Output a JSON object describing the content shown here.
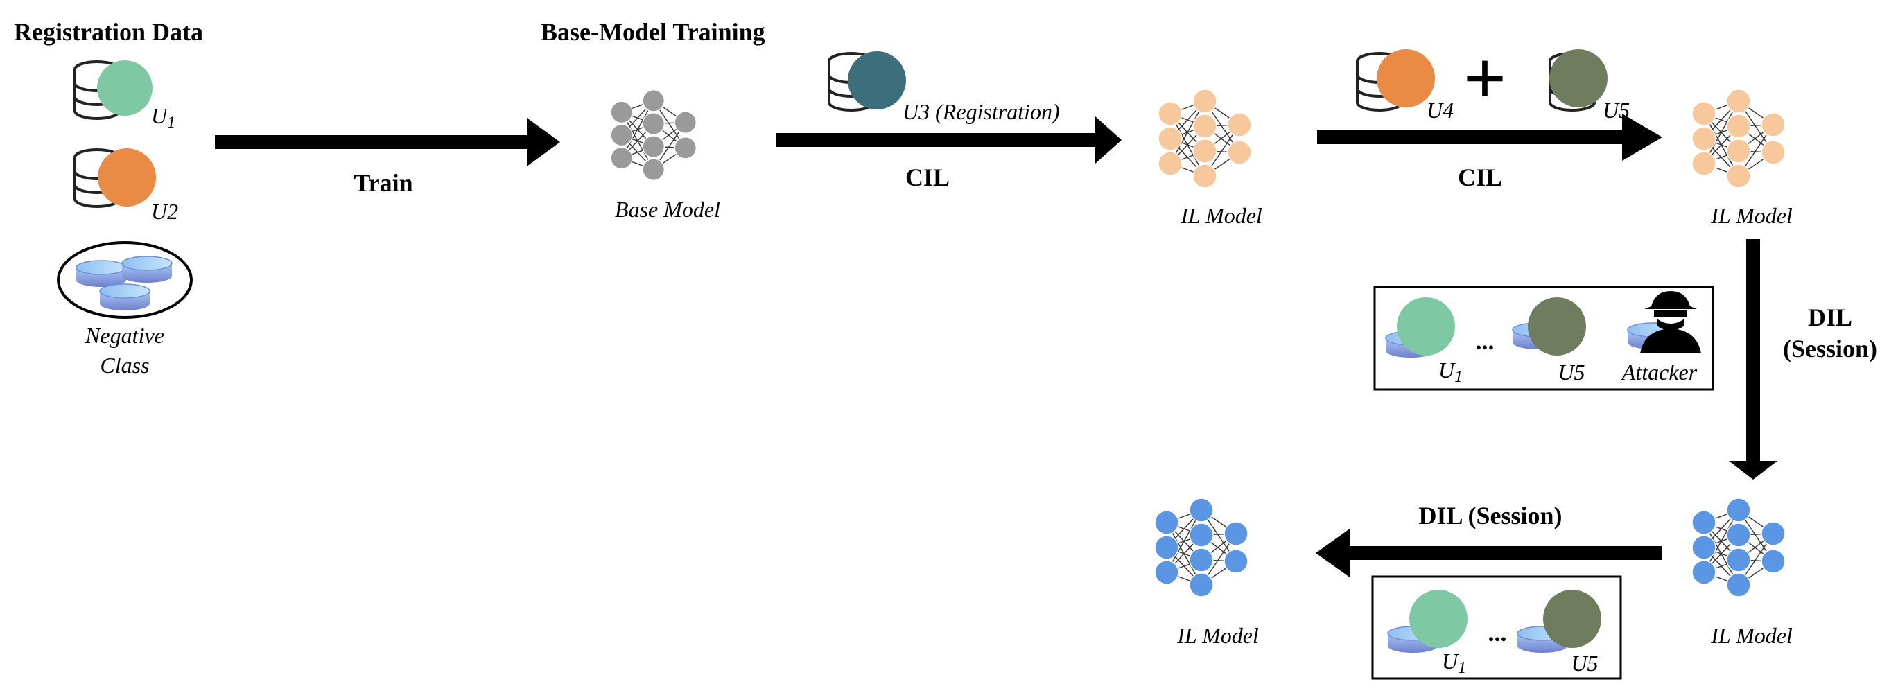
{
  "labels": {
    "registration_data": "Registration Data",
    "base_model_training": "Base-Model Training",
    "train": "Train",
    "base_model": "Base Model",
    "cil_1": "CIL",
    "cil_2": "CIL",
    "il_model_1": "IL Model",
    "il_model_2": "IL Model",
    "il_model_3": "IL Model",
    "il_model_4": "IL Model",
    "dil_line1": "DIL",
    "dil_line2": "(Session)",
    "dil_session": "DIL (Session)",
    "negative_line1": "Negative",
    "negative_line2": "Class",
    "u1": "U",
    "u1_sub": "1",
    "u2": "U2",
    "u3_registration": "U3 (Registration)",
    "u4": "U4",
    "u5": "U5",
    "plus": "+",
    "ellipsis": "...",
    "attacker": "Attacker",
    "box1_u1": "U",
    "box1_u1_sub": "1",
    "box1_u5": "U5",
    "box2_u1": "U",
    "box2_u1_sub": "1",
    "box2_u5": "U5"
  },
  "colors": {
    "arrow": "#000000",
    "gray_node": "#9a9a9a",
    "orange_node": "#f6c89b",
    "blue_node": "#5a96e3",
    "db_gray": "#ffffff",
    "db_blue": "#7b8fd6",
    "avatar_green": "#7ec8a4",
    "avatar_orange": "#e98a45",
    "avatar_teal": "#3d6e7c",
    "avatar_olive": "#6f7c5e"
  },
  "icons": [
    "database-icon",
    "person-avatar-icon",
    "attacker-icon",
    "neural-network-icon",
    "arrow-icon",
    "plus-icon"
  ]
}
